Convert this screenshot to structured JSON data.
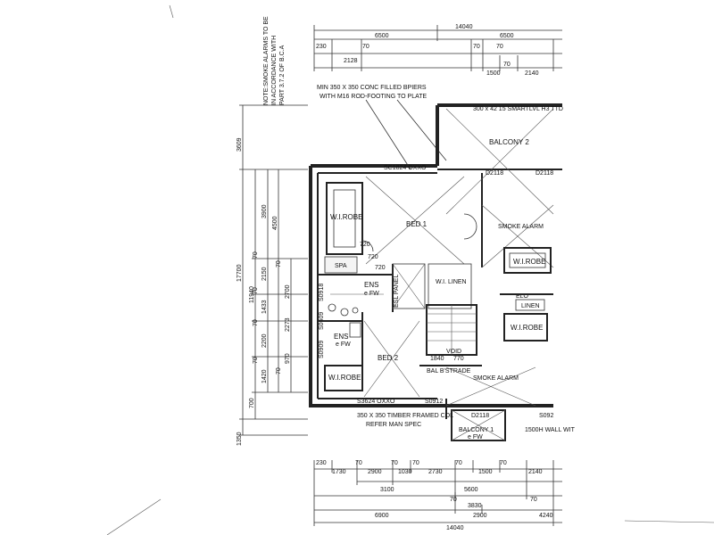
{
  "notes": {
    "smoke_lines": [
      "NOTE:SMOKE ALARMS TO BE",
      "IN ACCORDANCE WITH",
      "PART 3.7.2 OF B.C.A"
    ],
    "piers_lines": [
      "MIN 350 X 350 CONC FILLED BPIERS",
      "WITH M16 ROD-FOOTING TO PLATE"
    ],
    "strap": "300 x 42 15 SMARTLVL H3 TTD",
    "column_lines": [
      "350 X 350 TIMBER FRAMED COL",
      "REFER MAN SPEC"
    ],
    "wall_note": "1500H WALL WIT"
  },
  "rooms": {
    "bed1": "BED 1",
    "bed2": "BED 2",
    "wirobe1": "W.I.ROBE",
    "wirobe2": "W.I.ROBE",
    "wirobe3": "W.I.ROBE",
    "wirobe4": "W.I.ROBE",
    "ens1": "ENS",
    "ens1_fw": "e FW",
    "ens2": "ENS",
    "ens2_fw": "e FW",
    "balcony1": "BALCONY 1",
    "balcony1_fw": "e FW",
    "balcony2": "BALCONY 2",
    "linen1": "W.I. LINEN",
    "linen2": "LINEN",
    "void": "VOID",
    "elec_panel": "ESL PANEL",
    "spa": "SPA",
    "bal_strade": "BAL B'STRADE",
    "smoke_alarm1": "SMOKE ALARM",
    "smoke_alarm2": "SMOKE ALARM"
  },
  "openings": {
    "sc1824": "SC1824 OXXO",
    "s3624": "S3624 OXXO",
    "s0912": "S0912",
    "d2118a": "D2118",
    "d2118b": "D2118",
    "d2118c": "D2118",
    "s0918": "S0918",
    "s0609": "S0609",
    "s0909": "S0909",
    "s09_2": "S092",
    "elo": "ELO"
  },
  "dims_top": {
    "overall": "14040",
    "left_total": "6500",
    "right_total": "6500",
    "d230": "230",
    "d70a": "70",
    "d2128": "2128",
    "d70b": "70",
    "d70c": "70",
    "d1500": "1500",
    "d70d": "70",
    "d2140": "2140"
  },
  "dims_left": {
    "d3609": "3609",
    "d3900": "3900",
    "d4500": "4500",
    "d11940": "11940",
    "d17700": "17700",
    "d2150": "2150",
    "d1433": "1433",
    "d2700": "2700",
    "d2273": "2273",
    "d2200": "2200",
    "d970": "970",
    "d1420": "1420",
    "d700": "700",
    "d1350": "1350",
    "d70a": "70",
    "d70b": "70",
    "d70c": "70",
    "d70d": "70",
    "d70e": "70",
    "d70f": "70"
  },
  "dims_inner": {
    "d720a": "720",
    "d720b": "720",
    "d720c": "720",
    "d1840": "1840",
    "d770": "770"
  },
  "dims_bottom": {
    "d230": "230",
    "d1730": "1730",
    "d70a": "70",
    "d2900a": "2900",
    "d70b": "70",
    "d1030": "1030",
    "d70c": "70",
    "d2730": "2730",
    "d70d": "70",
    "d1500": "1500",
    "d70e": "70",
    "d2140": "2140",
    "d3100": "3100",
    "d5600": "5600",
    "d70f": "70",
    "d3830": "3830",
    "d70g": "70",
    "d2900b": "2900",
    "d6900": "6900",
    "d14040": "14040",
    "d4240": "4240"
  }
}
